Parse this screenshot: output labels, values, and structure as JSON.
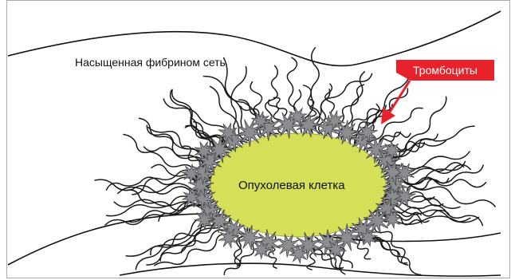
{
  "labels": {
    "network": "Насыщенная фибрином сеть",
    "platelets": "Тромбоциты",
    "tumor_cell": "Опухолевая клетка"
  },
  "colors": {
    "background": "#ffffff",
    "frame_border": "#a9a9a9",
    "vessel_wall": "#111111",
    "fibrin": "#1a1a1a",
    "platelet_fill": "#8c8d90",
    "platelet_stroke": "#4a4b4e",
    "tumor_cell_fill": "#d5df58",
    "tag_fill": "#e8222a",
    "text": "#111111",
    "tag_text": "#ffffff"
  },
  "icons": {
    "platelet": "spiky-star",
    "fibrin": "wavy-strand",
    "pointer": "red-arrow"
  }
}
